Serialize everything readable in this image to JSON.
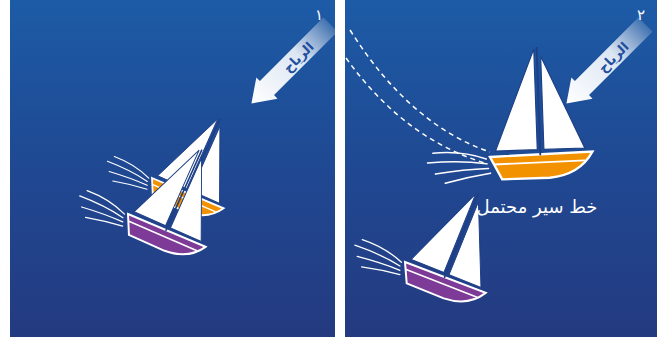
{
  "diagram": {
    "nodes": [
      {
        "text": [
          "١"
        ]
      },
      {
        "text": [
          "الرياح"
        ],
        "in": 0
      },
      {
        "text": [
          "٢"
        ]
      },
      {
        "text": [
          "الرياح"
        ],
        "in": 2
      }
    ],
    "labels": [
      "خط سير محتمل"
    ]
  }
}
